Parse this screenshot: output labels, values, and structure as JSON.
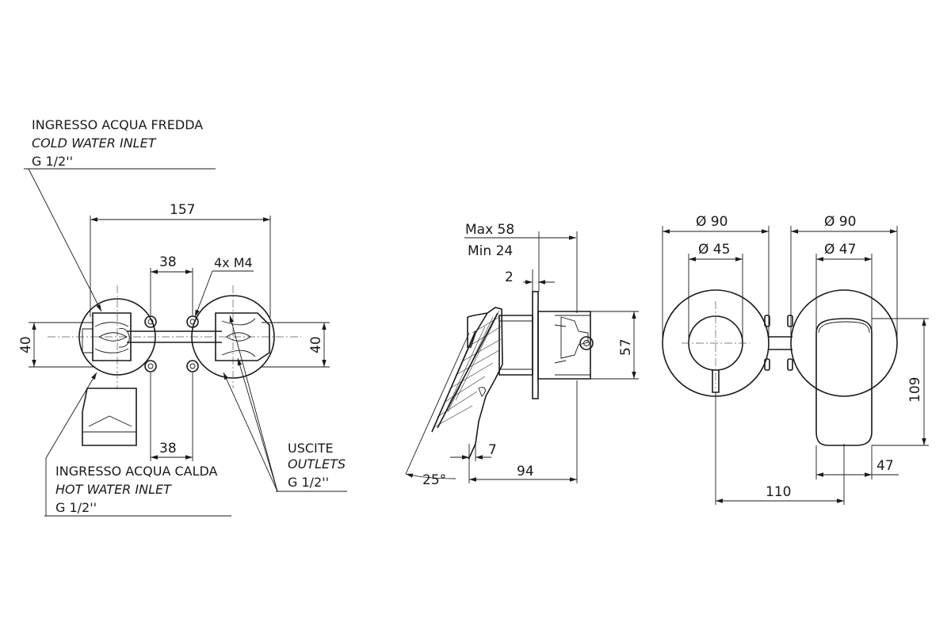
{
  "labels": {
    "cold_it": "INGRESSO ACQUA FREDDA",
    "cold_en": "COLD WATER INLET",
    "cold_size": "G 1/2''",
    "hot_it": "INGRESSO ACQUA CALDA",
    "hot_en": "HOT WATER INLET",
    "hot_size": "G 1/2''",
    "out_it": "USCITE",
    "out_en": "OUTLETS",
    "out_size": "G 1/2''",
    "screws": "4x M4"
  },
  "dims": {
    "width_157": "157",
    "spacing_38_top": "38",
    "spacing_38_bottom": "38",
    "height_40_left": "40",
    "height_40_right": "40",
    "max_depth": "Max 58",
    "min_depth": "Min 24",
    "plate_2": "2",
    "body_57": "57",
    "lever_7": "7",
    "depth_94": "94",
    "angle_25": "25°",
    "dia_90_a": "Ø 90",
    "dia_45": "Ø 45",
    "dia_90_b": "Ø 90",
    "dia_47": "Ø 47",
    "height_109": "109",
    "offset_110": "110",
    "width_47": "47"
  }
}
